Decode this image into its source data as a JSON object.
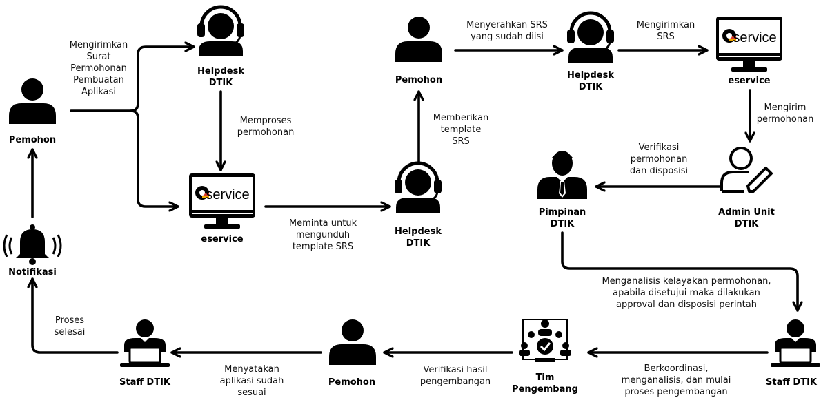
{
  "nodes": {
    "pemohon_left": {
      "line1": "Pemohon"
    },
    "helpdesk_top": {
      "line1": "Helpdesk",
      "line2": "DTIK"
    },
    "eservice_left": {
      "line1": "eservice",
      "logo": "eservice"
    },
    "helpdesk_mid": {
      "line1": "Helpdesk",
      "line2": "DTIK"
    },
    "pemohon_top": {
      "line1": "Pemohon"
    },
    "helpdesk_right": {
      "line1": "Helpdesk",
      "line2": "DTIK"
    },
    "eservice_right": {
      "line1": "eservice",
      "logo": "eservice"
    },
    "admin_unit": {
      "line1": "Admin Unit",
      "line2": "DTIK"
    },
    "pimpinan": {
      "line1": "Pimpinan",
      "line2": "DTIK"
    },
    "staff_right": {
      "line1": "Staff DTIK"
    },
    "tim": {
      "line1": "Tim",
      "line2": "Pengembang"
    },
    "pemohon_bottom": {
      "line1": "Pemohon"
    },
    "staff_left": {
      "line1": "Staff DTIK"
    },
    "notifikasi": {
      "line1": "Notifikasi"
    }
  },
  "edges": {
    "e1": [
      "Mengirimkan",
      "Surat",
      "Permohonan",
      "Pembuatan",
      "Aplikasi"
    ],
    "e2": [
      "Memproses",
      "permohonan"
    ],
    "e3": [
      "Meminta untuk",
      "mengunduh",
      "template SRS"
    ],
    "e4": [
      "Memberikan",
      "template",
      "SRS"
    ],
    "e5": [
      "Menyerahkan SRS",
      "yang sudah diisi"
    ],
    "e6": [
      "Mengirimkan",
      "SRS"
    ],
    "e7": [
      "Mengirim",
      "permohonan"
    ],
    "e8": [
      "Verifikasi",
      "permohonan",
      "dan disposisi"
    ],
    "e9": [
      "Menganalisis kelayakan permohonan,",
      "apabila disetujui maka dilakukan",
      "approval dan disposisi perintah"
    ],
    "e10": [
      "Berkoordinasi,",
      "menganalisis, dan mulai",
      "proses pengembangan"
    ],
    "e11": [
      "Verifikasi hasil",
      "pengembangan"
    ],
    "e12": [
      "Menyatakan",
      "aplikasi sudah",
      "sesuai"
    ],
    "e13": [
      "Proses",
      "selesai"
    ]
  }
}
